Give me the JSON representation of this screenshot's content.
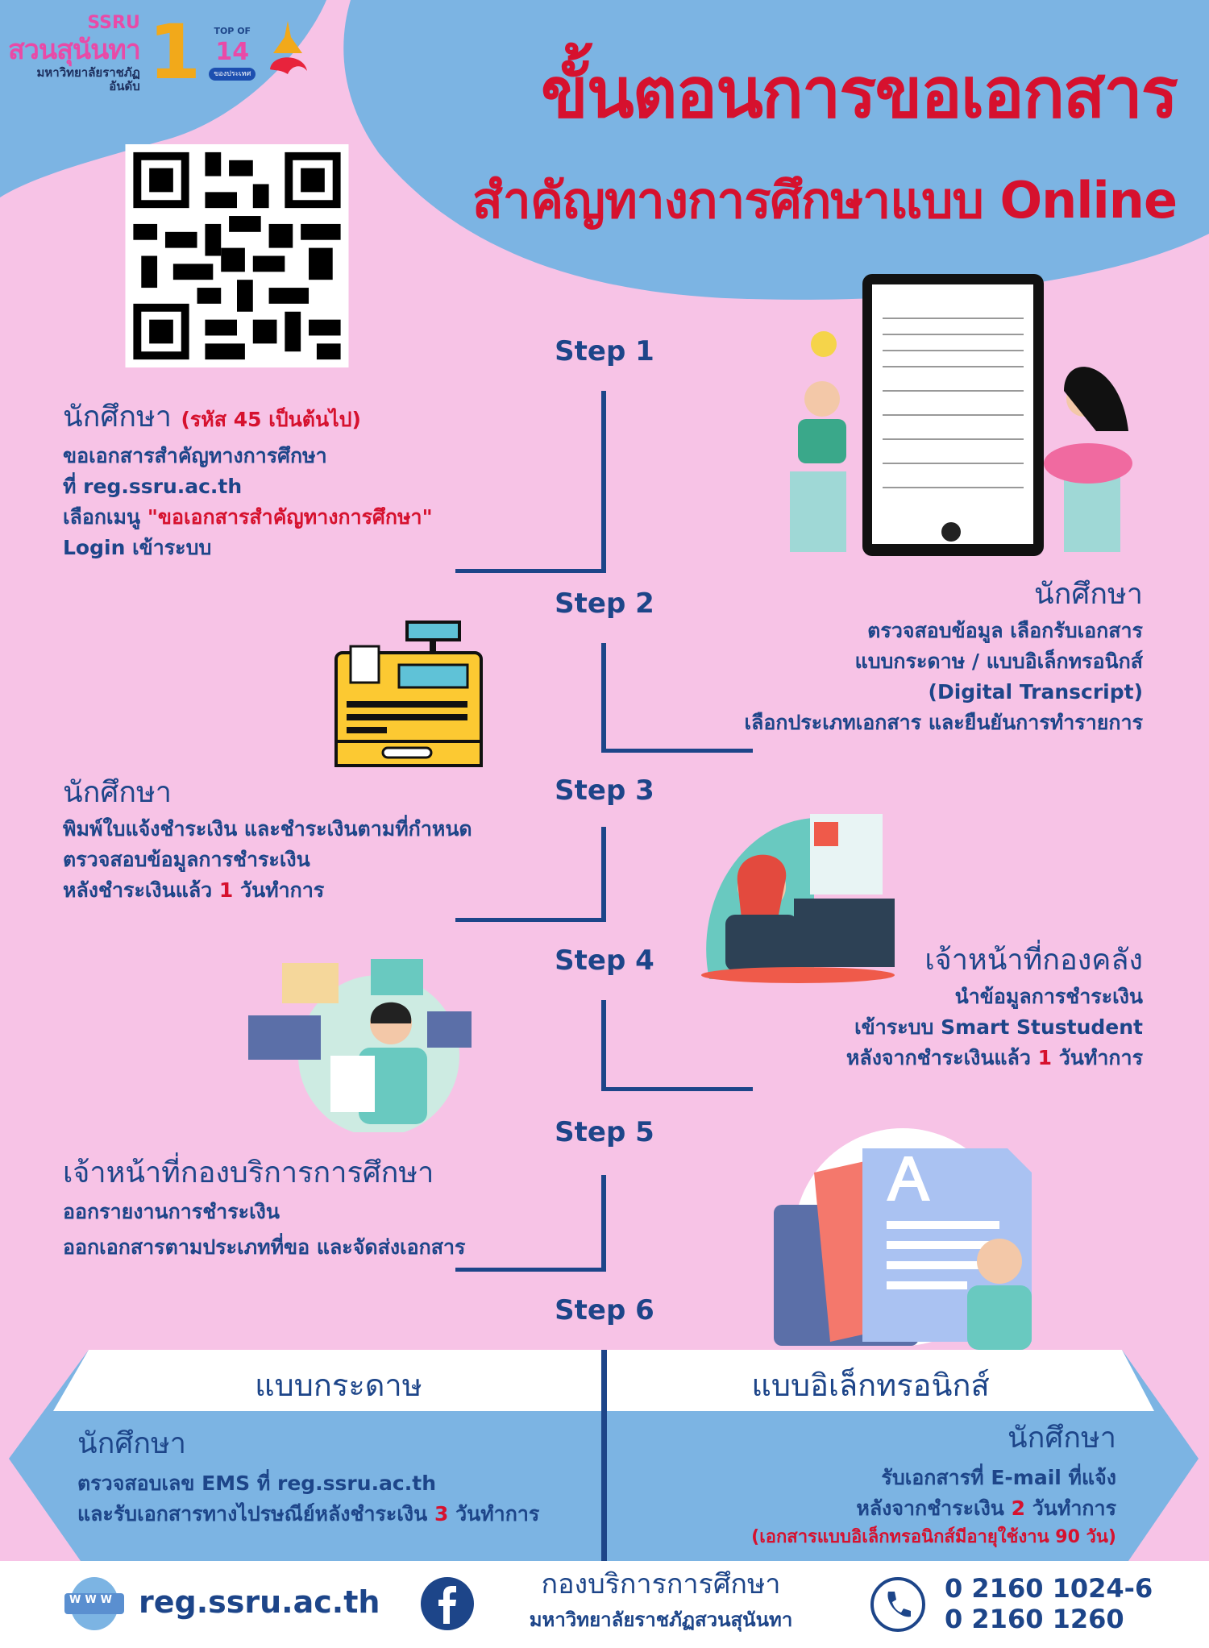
{
  "logo": {
    "ssru": "SSRU",
    "name": "สวนสุนันทา",
    "university": "มหาวิทยาลัยราชภัฏ",
    "rank_prefix": "อันดับ",
    "rank": "1",
    "top_of": "TOP OF",
    "top_number": "14",
    "country": "ของประเทศ"
  },
  "title": {
    "line1": "ขั้นตอนการขอเอกสาร",
    "line2": "สำคัญทางการศึกษาแบบ Online"
  },
  "colors": {
    "pink": "#f7c3e6",
    "blue": "#7cb4e3",
    "navy": "#1d4589",
    "red": "#d6112e"
  },
  "steps": [
    {
      "label": "Step 1",
      "heading": "นักศึกษา",
      "heading_note": "(รหัส 45 เป็นต้นไป)",
      "lines": [
        "ขอเอกสารสำคัญทางการศึกษา",
        "ที่ reg.ssru.ac.th"
      ],
      "menu_prefix": "เลือกเมนู",
      "menu_name": "\"ขอเอกสารสำคัญทางการศึกษา\"",
      "last": "Login เข้าระบบ"
    },
    {
      "label": "Step 2",
      "heading": "นักศึกษา",
      "lines": [
        "ตรวจสอบข้อมูล เลือกรับเอกสาร",
        "แบบกระดาษ / แบบอิเล็กทรอนิกส์",
        "(Digital Transcript)",
        "เลือกประเภทเอกสาร และยืนยันการทำรายการ"
      ]
    },
    {
      "label": "Step 3",
      "heading": "นักศึกษา",
      "lines": [
        "พิมพ์ใบแจ้งชำระเงิน และชำระเงินตามที่กำหนด",
        "ตรวจสอบข้อมูลการชำระเงิน"
      ],
      "last_prefix": "หลังชำระเงินแล้ว",
      "last_num": "1",
      "last_suffix": "วันทำการ"
    },
    {
      "label": "Step 4",
      "heading": "เจ้าหน้าที่กองคลัง",
      "lines": [
        "นำข้อมูลการชำระเงิน",
        "เข้าระบบ Smart Stustudent"
      ],
      "last_prefix": "หลังจากชำระเงินแล้ว",
      "last_num": "1",
      "last_suffix": "วันทำการ"
    },
    {
      "label": "Step 5",
      "heading": "เจ้าหน้าที่กองบริการการศึกษา",
      "lines": [
        "ออกรายงานการชำระเงิน",
        "ออกเอกสารตามประเภทที่ขอ และจัดส่งเอกสาร"
      ]
    },
    {
      "label": "Step 6"
    }
  ],
  "step6": {
    "paper": {
      "title": "แบบกระดาษ",
      "heading": "นักศึกษา",
      "line1": "ตรวจสอบเลข EMS ที่ reg.ssru.ac.th",
      "line2_prefix": "และรับเอกสารทางไปรษณีย์หลังชำระเงิน",
      "line2_num": "3",
      "line2_suffix": "วันทำการ"
    },
    "electronic": {
      "title": "แบบอิเล็กทรอนิกส์",
      "heading": "นักศึกษา",
      "line1": "รับเอกสารที่ E-mail ที่แจ้ง",
      "line2_prefix": "หลังจากชำระเงิน",
      "line2_num": "2",
      "line2_suffix": "วันทำการ",
      "note": "(เอกสารแบบอิเล็กทรอนิกส์มีอายุใช้งาน 90 วัน)"
    }
  },
  "footer": {
    "www": "WWW",
    "website": "reg.ssru.ac.th",
    "office": "กองบริการการศึกษา",
    "university": "มหาวิทยาลัยราชภัฏสวนสุนันทา",
    "phone1": "0 2160 1024-6",
    "phone2": "0 2160 1260"
  }
}
